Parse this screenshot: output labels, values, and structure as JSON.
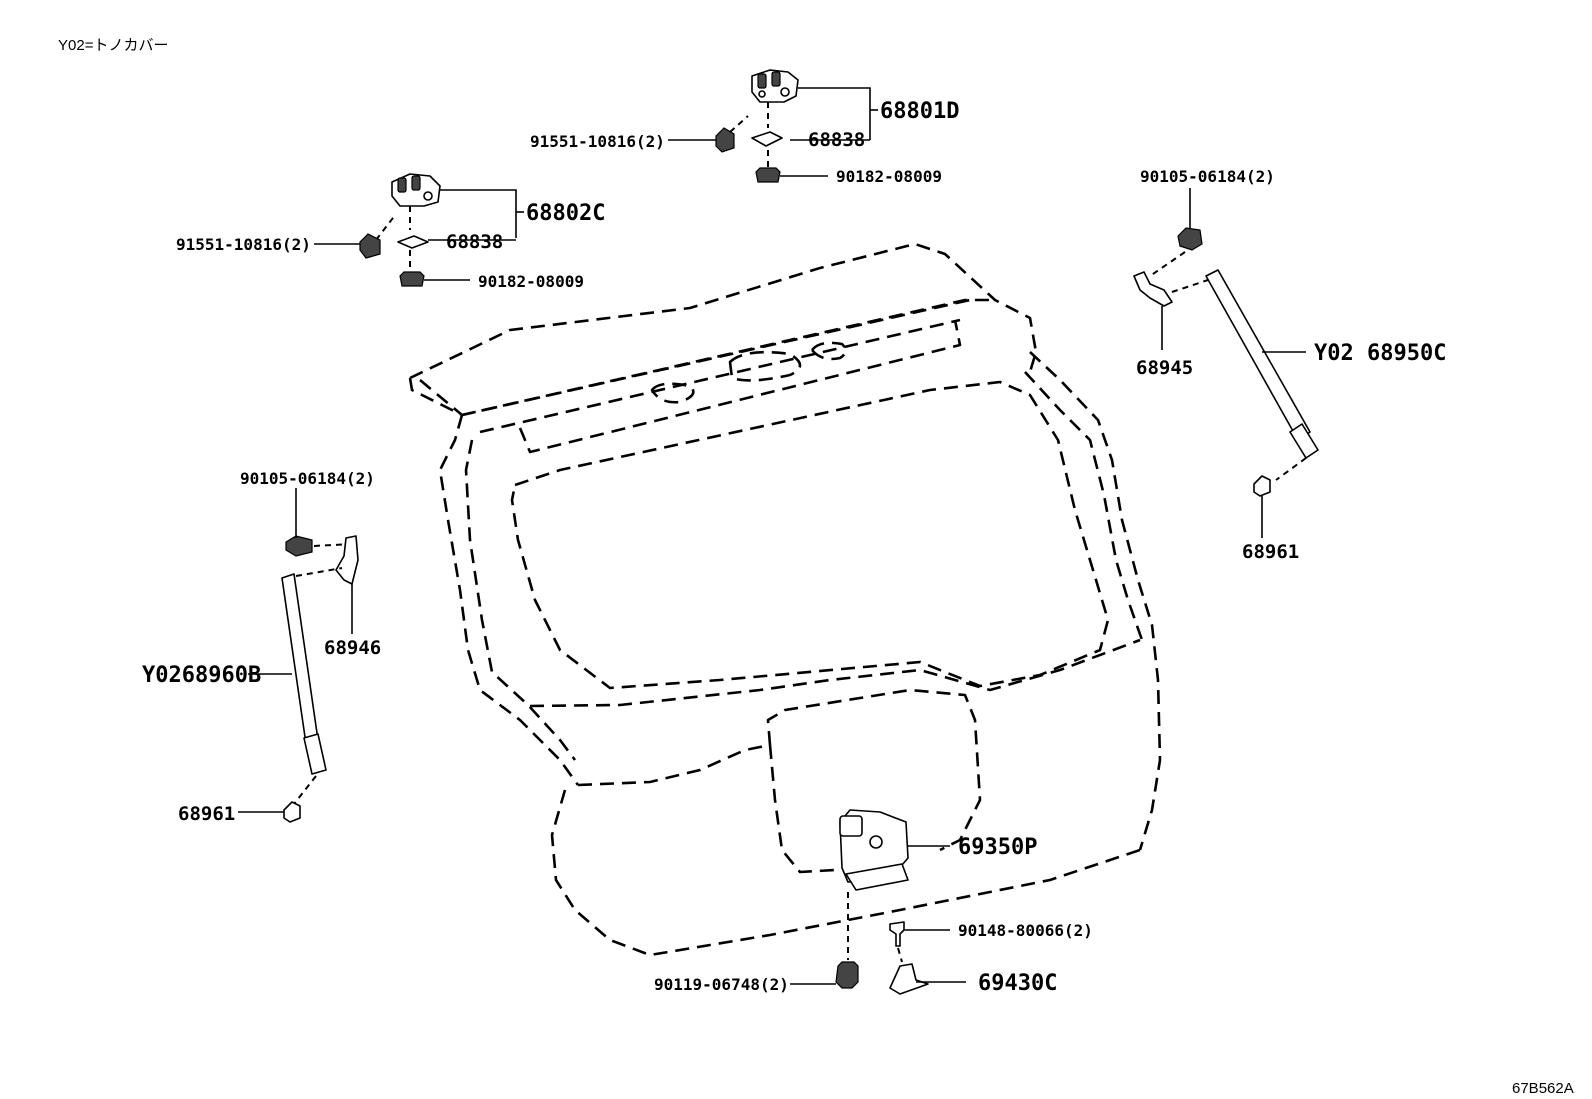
{
  "note": "Y02=トノカバー",
  "figure_code": "67B562A",
  "labels": {
    "hinge_upper": "68801D",
    "hinge_lower": "68802C",
    "washer_upper": "68838",
    "washer_lower": "68838",
    "bolt_upper": "91551-10816(2)",
    "bolt_lower": "91551-10816(2)",
    "nut_upper": "90182-08009",
    "nut_lower": "90182-08009",
    "bracket_bolt_right": "90105-06184(2)",
    "bracket_bolt_left": "90105-06184(2)",
    "bracket_right": "68945",
    "bracket_left": "68946",
    "stay_right": "Y02 68950C",
    "stay_left": "Y0268960B",
    "ball_right": "68961",
    "ball_left": "68961",
    "lock": "69350P",
    "screw": "90148-80066(2)",
    "striker": "69430C",
    "lock_bolt": "90119-06748(2)"
  }
}
